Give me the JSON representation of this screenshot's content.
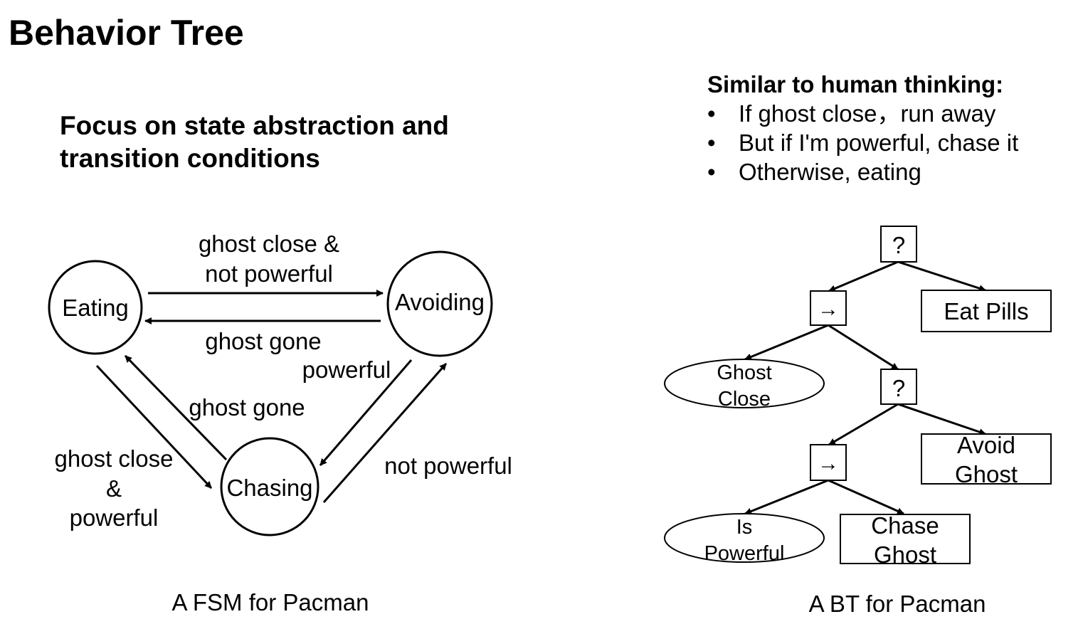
{
  "title": "Behavior Tree",
  "focus": {
    "line1": "Focus on state abstraction and",
    "line2": "transition conditions"
  },
  "human": {
    "heading": "Similar to human thinking:",
    "bullet": "•",
    "items": [
      "If ghost close，run away",
      "But if I'm powerful, chase it",
      "Otherwise, eating"
    ]
  },
  "fsm": {
    "caption": "A FSM for Pacman",
    "states": {
      "eating": "Eating",
      "avoiding": "Avoiding",
      "chasing": "Chasing"
    },
    "transitions": {
      "eat_to_avoid": [
        "ghost close &",
        "not powerful"
      ],
      "avoid_to_eat": "ghost gone",
      "avoid_to_chase": "powerful",
      "chase_to_eat": "ghost gone",
      "eat_to_chase": [
        "ghost close",
        "&",
        "powerful"
      ],
      "chase_to_avoid": "not powerful"
    }
  },
  "bt": {
    "caption": "A BT for Pacman",
    "selector_symbol": "?",
    "sequence_symbol": "→",
    "nodes": {
      "eat_pills": "Eat Pills",
      "ghost_close": [
        "Ghost",
        "Close"
      ],
      "avoid_ghost": [
        "Avoid",
        "Ghost"
      ],
      "is_powerful": [
        "Is",
        "Powerful"
      ],
      "chase_ghost": [
        "Chase",
        "Ghost"
      ]
    }
  }
}
